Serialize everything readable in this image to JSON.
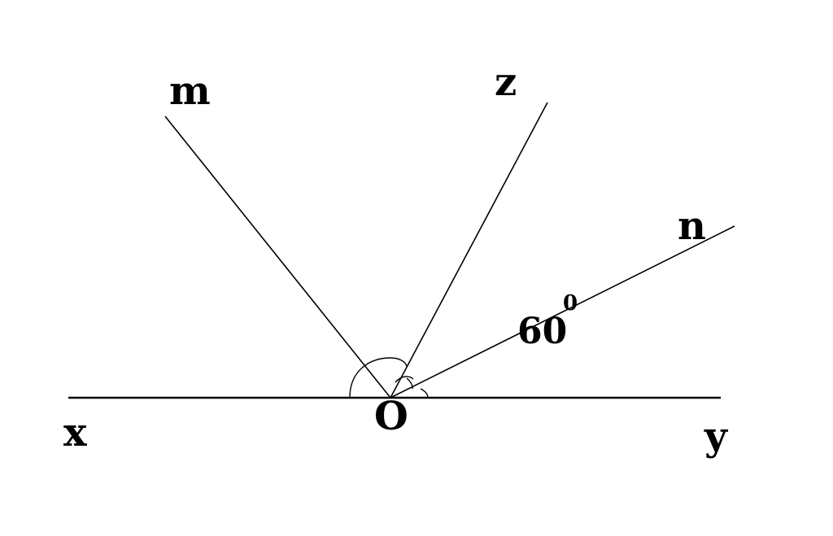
{
  "figure": {
    "points": {
      "x": "x",
      "y": "y",
      "o": "O",
      "m": "m",
      "z": "z",
      "n": "n"
    },
    "angle_label": {
      "value": "60",
      "unit": "0"
    }
  }
}
